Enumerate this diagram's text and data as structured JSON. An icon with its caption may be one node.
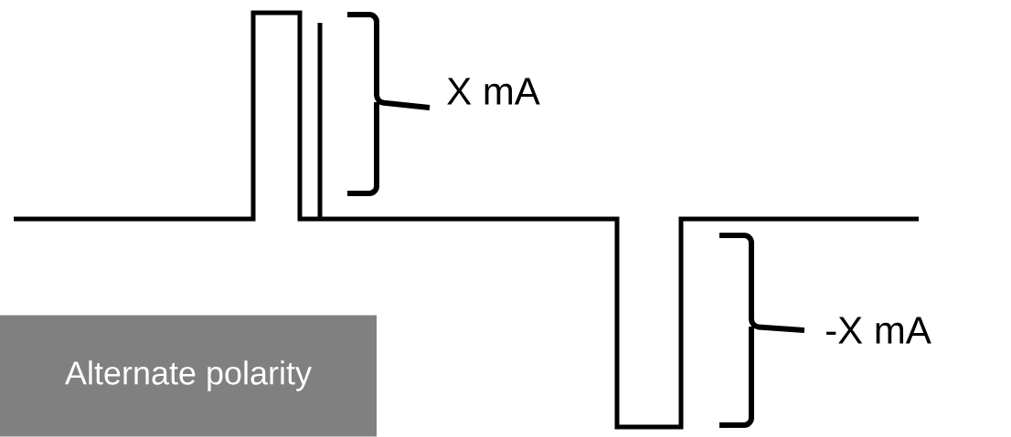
{
  "diagram": {
    "nodes": [
      {
        "text": [
          "Alternate polarity"
        ]
      }
    ],
    "labels": [
      "X mA",
      "-X mA"
    ]
  }
}
